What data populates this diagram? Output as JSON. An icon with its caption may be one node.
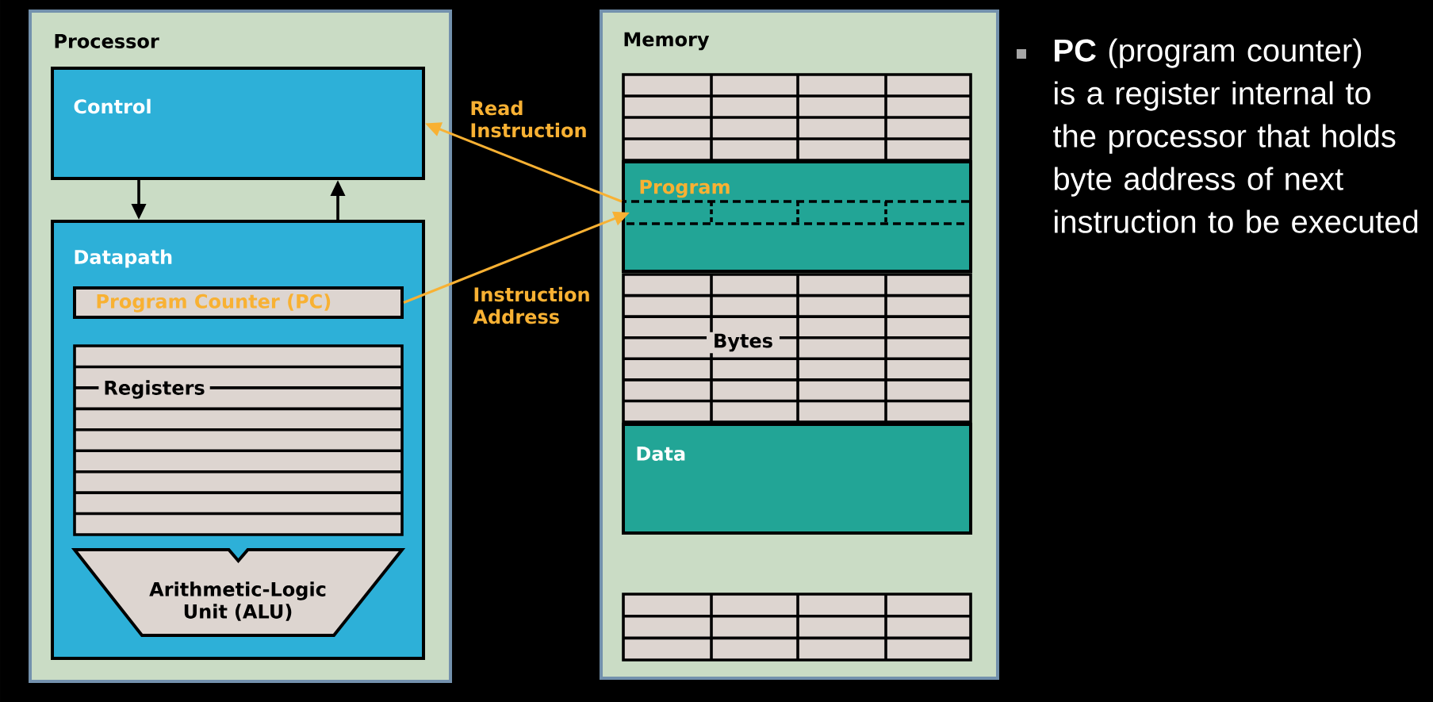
{
  "diagram": {
    "nodes": [
      {
        "text": [
          "Processor"
        ]
      },
      {
        "text": [
          "Control"
        ],
        "in": 0
      },
      {
        "text": [
          "Datapath"
        ],
        "in": 0
      },
      {
        "text": [
          "Program Counter (PC)"
        ],
        "in": 2
      },
      {
        "text": [
          "Registers"
        ],
        "in": 2
      },
      {
        "text": [
          "Arithmetic-Logic Unit (ALU)"
        ],
        "in": 2
      },
      {
        "text": [
          "Memory"
        ]
      },
      {
        "text": [
          "Program"
        ],
        "in": 6
      },
      {
        "text": [
          "Bytes"
        ],
        "in": 6
      },
      {
        "text": [
          "Data"
        ],
        "in": 6
      }
    ],
    "edges": [
      {
        "from": 1,
        "to": 2,
        "arrow": "to"
      },
      {
        "from": 2,
        "to": 1,
        "arrow": "to"
      },
      {
        "from": 7,
        "to": 1,
        "arrow": "to",
        "label": "Read Instruction",
        "color": "#f8b133"
      },
      {
        "from": 3,
        "to": 7,
        "arrow": "to",
        "label": "Instruction Address",
        "color": "#f8b133"
      }
    ],
    "labels": [
      "**PC** (program counter) is a register internal to the processor that holds byte address of next instruction to be executed"
    ]
  }
}
